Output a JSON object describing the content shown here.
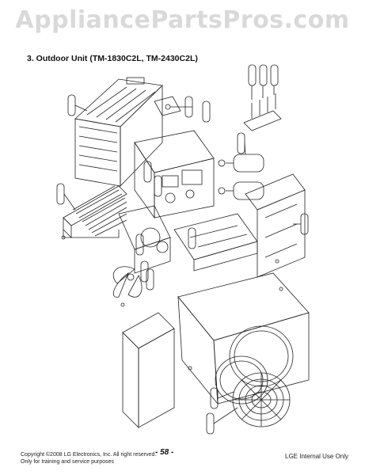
{
  "watermark": "AppliancePartsPros.com",
  "section_title": "3. Outdoor Unit (TM-1830C2L, TM-2430C2L)",
  "footer": {
    "copyright_line1": "Copyright ©2008 LG Electronics, Inc. All right reserved.",
    "copyright_line2": "Only for training and service purposes",
    "page_number": "- 58 -",
    "internal": "LGE Internal Use Only"
  }
}
